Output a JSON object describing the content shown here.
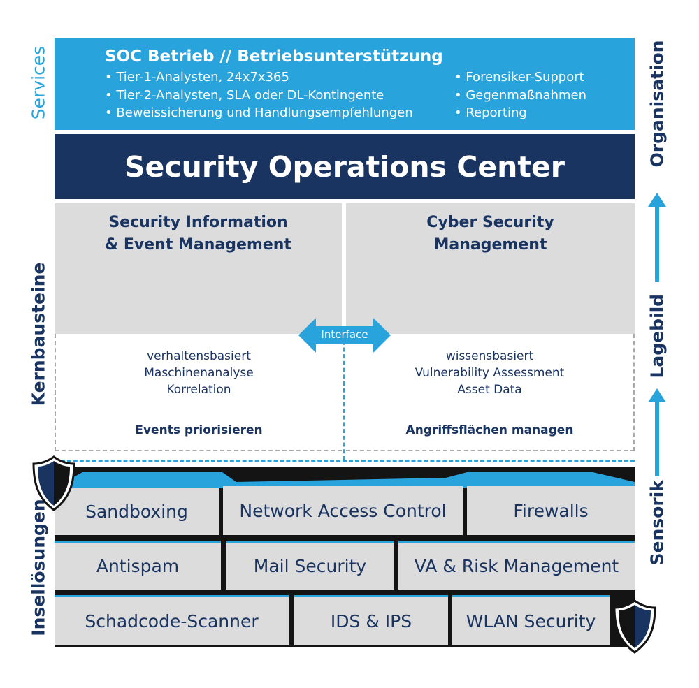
{
  "side_labels": {
    "services": "Services",
    "kernbausteine": "Kernbausteine",
    "insellosungen": "Insellösungen",
    "organisation": "Organisation",
    "lagebild": "Lagebild",
    "sensorik": "Sensorik"
  },
  "services": {
    "title": "SOC Betrieb // Betriebsunterstützung",
    "left_items": [
      "Tier-1-Analysten, 24x7x365",
      "Tier-2-Analysten, SLA oder DL-Kontingente",
      "Beweissicherung und Handlungsempfehlungen"
    ],
    "right_items": [
      "Forensiker-Support",
      "Gegenmaßnahmen",
      "Reporting"
    ]
  },
  "soc": {
    "title": "Security Operations Center"
  },
  "siem": {
    "title_line1": "Security Information",
    "title_line2": "& Event Management",
    "items": [
      "verhaltensbasiert",
      "Maschinenanalyse",
      "Korrelation"
    ],
    "footer": "Events priorisieren"
  },
  "csm": {
    "title_line1": "Cyber Security",
    "title_line2": "Management",
    "items": [
      "wissensbasiert",
      "Vulnerability Assessment",
      "Asset Data"
    ],
    "footer": "Angriffsflächen managen"
  },
  "interface": {
    "label": "Interface"
  },
  "bricks": {
    "row1": [
      "Sandboxing",
      "Network Access Control",
      "Firewalls"
    ],
    "row2": [
      "Antispam",
      "Mail Security",
      "VA & Risk Management"
    ],
    "row3": [
      "Schadcode-Scanner",
      "IDS & IPS",
      "WLAN Security"
    ]
  },
  "colors": {
    "light_blue": "#29a3dc",
    "dark_blue": "#1a3461",
    "grey": "#dcdcdc"
  },
  "icons": [
    "shield-icon",
    "arrow-up-icon",
    "double-arrow-icon"
  ]
}
